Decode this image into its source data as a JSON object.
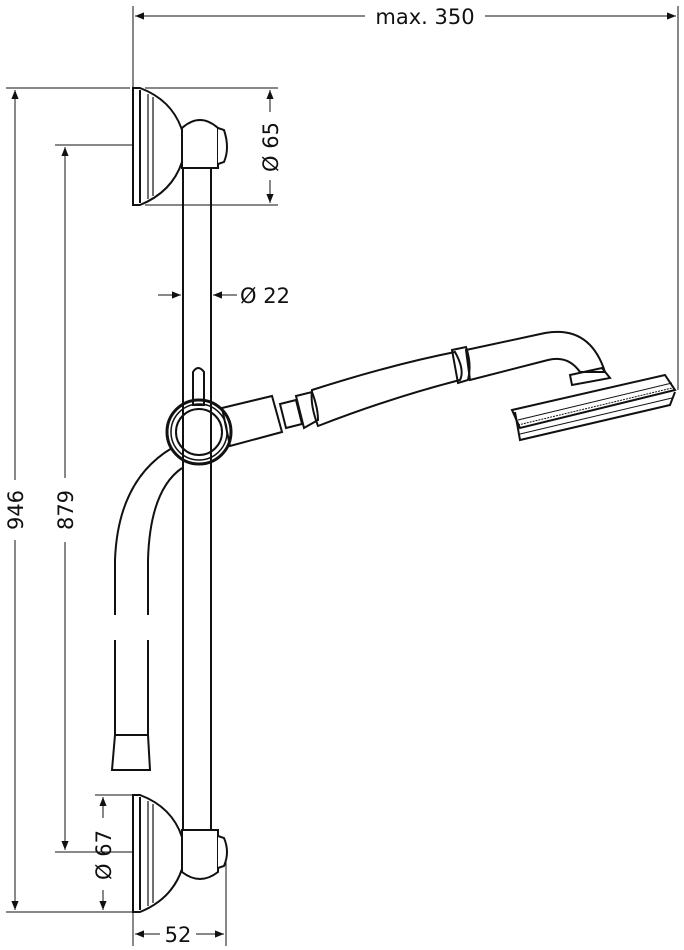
{
  "drawing": {
    "dimensions": {
      "max_width": "max. 350",
      "total_height": "946",
      "bracket_spacing": "879",
      "top_bracket_diameter": "Ø 65",
      "rail_diameter": "Ø 22",
      "bottom_bracket_diameter": "Ø 67",
      "wall_projection": "52"
    }
  }
}
